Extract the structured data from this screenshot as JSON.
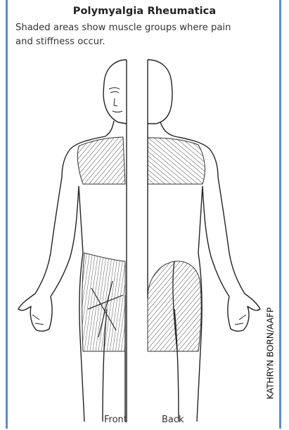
{
  "figure": {
    "title": "Polymyalgia Rheumatica",
    "subtitle": "Shaded areas show muscle groups where pain and stiffness occur.",
    "labels": {
      "front": "Front",
      "back": "Back"
    },
    "credit": "KATHRYN BORN/AAFP"
  },
  "colors": {
    "border": "#5b8fc7",
    "ink": "#222222",
    "shading": "#555555"
  }
}
